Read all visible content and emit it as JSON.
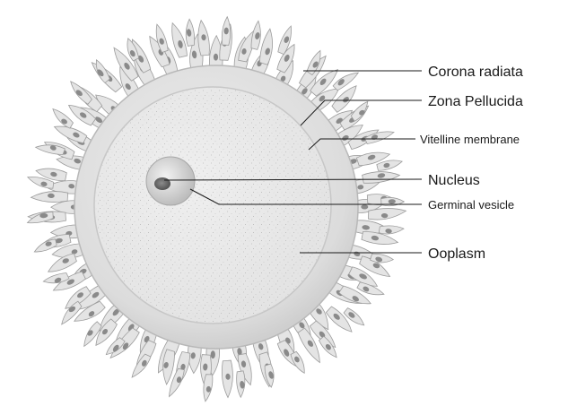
{
  "diagram": {
    "labels": {
      "corona_radiata": "Corona radiata",
      "zona_pellucida": "Zona Pellucida",
      "vitelline_membrane": "Vitelline membrane",
      "nucleus": "Nucleus",
      "germinal_vesicle": "Germinal vesicle",
      "ooplasm": "Ooplasm"
    }
  }
}
